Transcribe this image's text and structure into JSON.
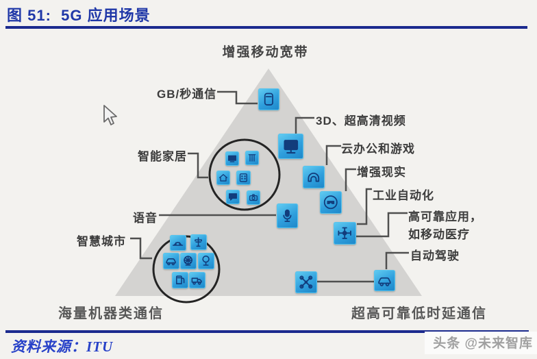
{
  "header": {
    "title": "图 51:  5G 应用场景"
  },
  "triangle": {
    "top_label": "增强移动宽带",
    "bottom_left_label": "海量机器类通信",
    "bottom_right_label": "超高可靠低时延通信"
  },
  "callouts": {
    "gb": "GB/秒通信",
    "video": "3D、超高清视频",
    "cloud_office": "云办公和游戏",
    "smart_home": "智能家居",
    "ar": "增强现实",
    "industrial": "工业自动化",
    "voice": "语音",
    "reliable_line1": "高可靠应用，",
    "reliable_line2": "如移动医疗",
    "smart_city": "智慧城市",
    "auto_driving": "自动驾驶"
  },
  "footer": {
    "source_label": "资料来源：",
    "source_value": "ITU",
    "watermark": "头条 @未来智库"
  },
  "icons": {
    "gb": "smartphone-icon",
    "video": "monitor-icon",
    "cloud_office": "game-helmet-icon",
    "ar": "vr-goggles-icon",
    "voice": "microphone-icon",
    "industrial": "machine-axis-icon",
    "drone": "drone-icon",
    "auto_driving": "car-icon",
    "smart_home_items": [
      "tv-icon",
      "blinds-icon",
      "home-icon",
      "apps-icon",
      "chat-icon",
      "camera-icon"
    ],
    "smart_city_items": [
      "bridge-icon",
      "signal-pole-icon",
      "car-icon",
      "ferris-wheel-icon",
      "tree-icon",
      "fuel-pump-icon",
      "truck-icon"
    ]
  },
  "colors": {
    "title_blue": "#2038a8",
    "rule_blue": "#1b2a8e",
    "triangle_gray": "#d4d3d1",
    "tile_blue": "#2f9fdd",
    "tile_glyph_navy": "#123d7c",
    "connector_gray": "#4f4f4f",
    "label_dark": "#3c3c3c",
    "source_blue": "#2741c8",
    "watermark_gray": "#a0a0a0"
  }
}
